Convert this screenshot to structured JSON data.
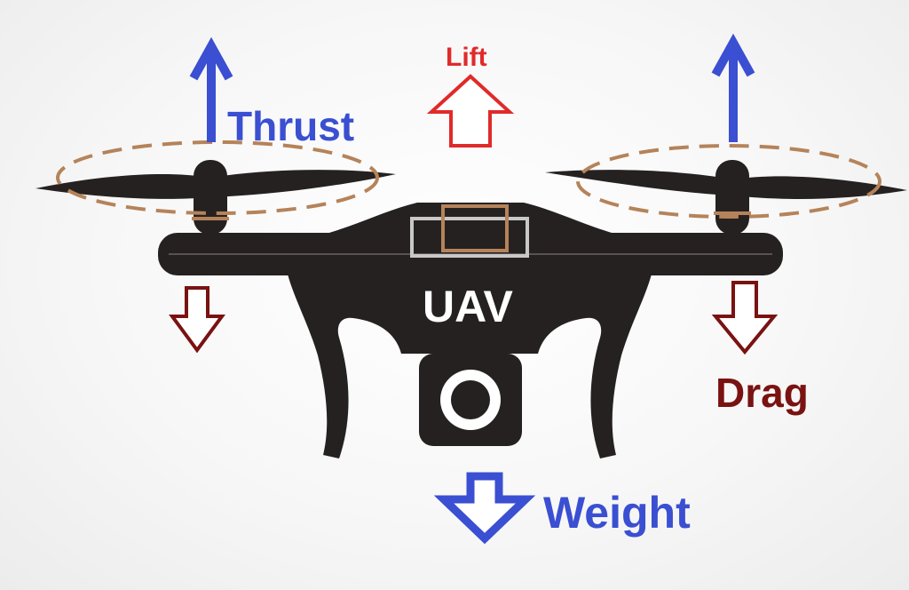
{
  "diagram": {
    "center_label": "UAV",
    "forces": {
      "thrust": "Thrust",
      "lift": "Lift",
      "drag": "Drag",
      "weight": "Weight"
    },
    "colors": {
      "thrust": "#3a4fd1",
      "lift": "#e02a2a",
      "drag": "#7a1212",
      "weight": "#3a4fd1",
      "drone_body": "#262121",
      "rotor_ring": "#b5835a",
      "center_label": "#ffffff"
    },
    "icons": [
      "drone-icon",
      "camera-icon",
      "arrow-up-icon",
      "arrow-down-icon"
    ]
  }
}
